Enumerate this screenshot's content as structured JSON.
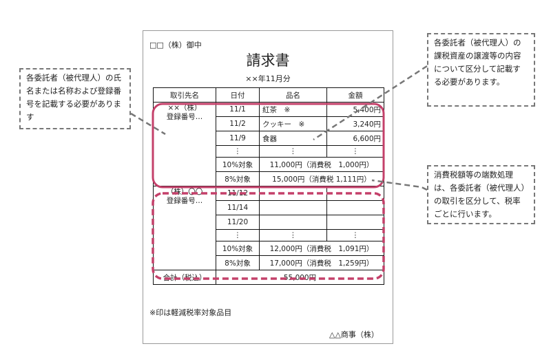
{
  "invoice": {
    "addressee": "□□（株）御中",
    "title": "請求書",
    "period": "××年11月分",
    "headers": [
      "取引先名",
      "日付",
      "品名",
      "金額"
    ],
    "groups": [
      {
        "client": "××（株）",
        "reg": "登録番号…",
        "rows": [
          {
            "date": "11/1",
            "item": "紅茶　※",
            "amount": "5,400円"
          },
          {
            "date": "11/2",
            "item": "クッキー　※",
            "amount": "3,240円"
          },
          {
            "date": "11/9",
            "item": "食器",
            "amount": "6,600円"
          },
          {
            "date": "⋮",
            "item": "⋮",
            "amount": "⋮"
          }
        ],
        "tax10_label": "10%対象",
        "tax10_value": "11,000円（消費税　1,000円）",
        "tax8_label": "8%対象",
        "tax8_value": "15,000円（消費税 1,111円）"
      },
      {
        "client": "（株）〇〇",
        "reg": "登録番号…",
        "rows": [
          {
            "date": "11/12",
            "item": "",
            "amount": ""
          },
          {
            "date": "11/14",
            "item": "",
            "amount": ""
          },
          {
            "date": "11/20",
            "item": "",
            "amount": ""
          },
          {
            "date": "⋮",
            "item": "⋮",
            "amount": "⋮"
          }
        ],
        "tax10_label": "10%対象",
        "tax10_value": "12,000円（消費税　1,091円）",
        "tax8_label": "8%対象",
        "tax8_value": "17,000円（消費税　1,259円）"
      }
    ],
    "total_label": "合計（税込）",
    "total_value": "55,000円",
    "note": "※印は軽減税率対象品目",
    "issuer": "△△商事（株）"
  },
  "callouts": {
    "left": "各委託者（被代理人）の氏名または名称および登録番号を記載する必要があります",
    "top_right": "各委託者（被代理人）の課税資産の譲渡等の内容について区分して記載する必要があります。",
    "bottom_right": "消費税額等の端数処理は、各委託者（被代理人）の取引を区分して、税率ごとに行います。"
  },
  "colors": {
    "highlight": "#c4406a",
    "callout_border": "#777777"
  }
}
